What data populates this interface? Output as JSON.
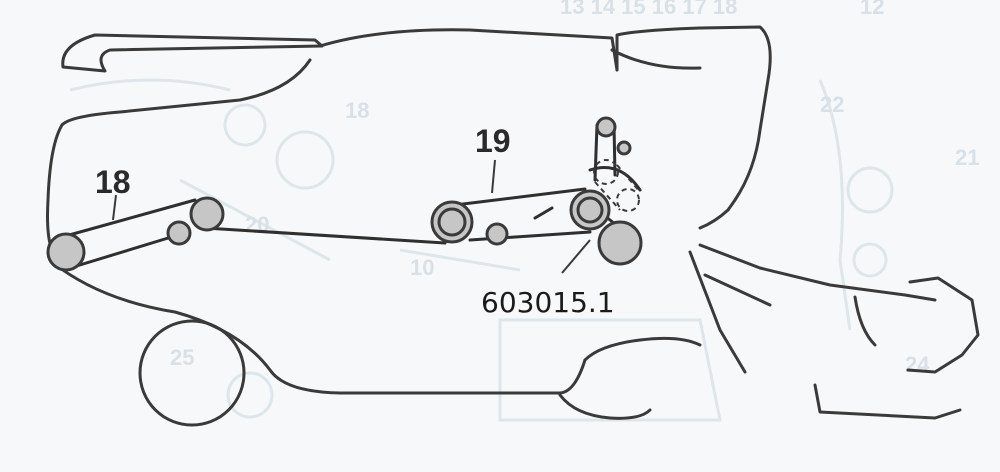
{
  "diagram": {
    "callouts": [
      {
        "id": "18",
        "label": "18"
      },
      {
        "id": "19",
        "label": "19"
      }
    ],
    "reference_code": "603015.1",
    "colors": {
      "background": "#f7f8f9",
      "outline": "#3a3a3a",
      "pulley_fill": "#c6c6c6",
      "ghost_print": "#d9e1e6"
    },
    "ghost_labels": [
      "13 14 15 16 17 18",
      "12",
      "18",
      "22",
      "21",
      "20",
      "10",
      "24",
      "25"
    ]
  }
}
